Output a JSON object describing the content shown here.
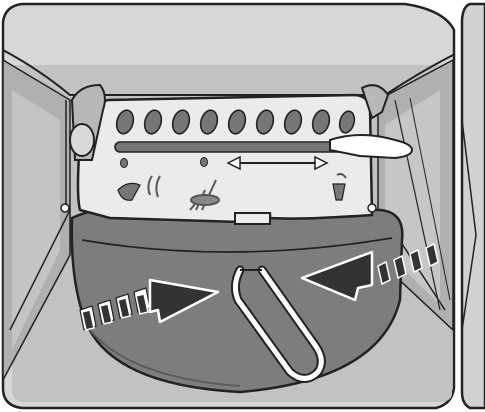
{
  "illustration": {
    "panels": 2,
    "arrows": [
      {
        "direction": "right"
      },
      {
        "direction": "left"
      }
    ],
    "slider_arrow": {
      "direction": "both"
    },
    "colors": {
      "outline": "#222222",
      "panel_light": "#cfcfcf",
      "wall_mid": "#bdbdbd",
      "wall_dark": "#8e8e8e",
      "basket": "#7d7d7d",
      "basket_dark": "#666666",
      "plate": "#ebebeb",
      "holes": "#777777",
      "arrow_fill": "#333333",
      "handle": "#ffffff"
    },
    "icons": [
      "dot-icon",
      "steam-icon",
      "water-dot-icon",
      "sprayer-icon",
      "cup-icon"
    ]
  }
}
